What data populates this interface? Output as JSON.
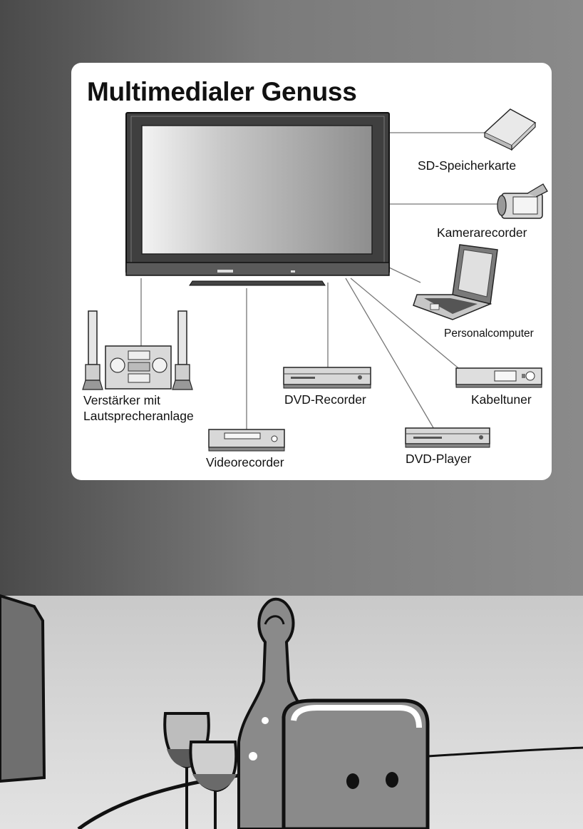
{
  "title": "Multimedialer Genuss",
  "devices": {
    "sd_card": "SD-Speicherkarte",
    "camcorder": "Kamerarecorder",
    "pc": "Personalcomputer",
    "cable_tuner": "Kabeltuner",
    "dvd_player": "DVD-Player",
    "dvd_recorder": "DVD-Recorder",
    "vcr": "Videorecorder",
    "amplifier_line1": "Verstärker mit",
    "amplifier_line2": "Lautsprecheranlage"
  }
}
